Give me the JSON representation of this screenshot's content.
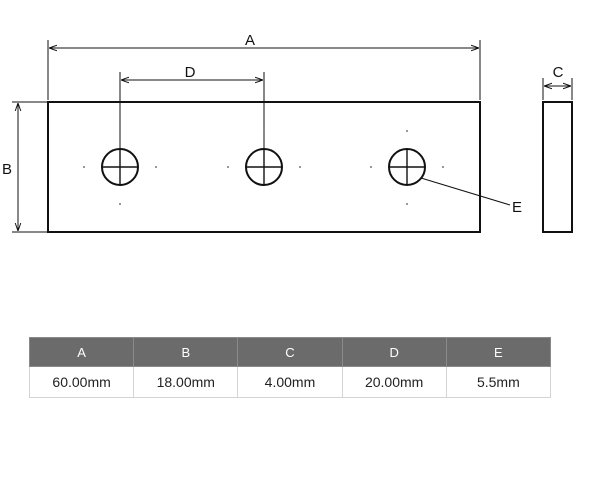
{
  "labels": {
    "A": "A",
    "B": "B",
    "C": "C",
    "D": "D",
    "E": "E"
  },
  "table": {
    "headers": [
      "A",
      "B",
      "C",
      "D",
      "E"
    ],
    "values": [
      "60.00mm",
      "18.00mm",
      "4.00mm",
      "20.00mm",
      "5.5mm"
    ]
  }
}
